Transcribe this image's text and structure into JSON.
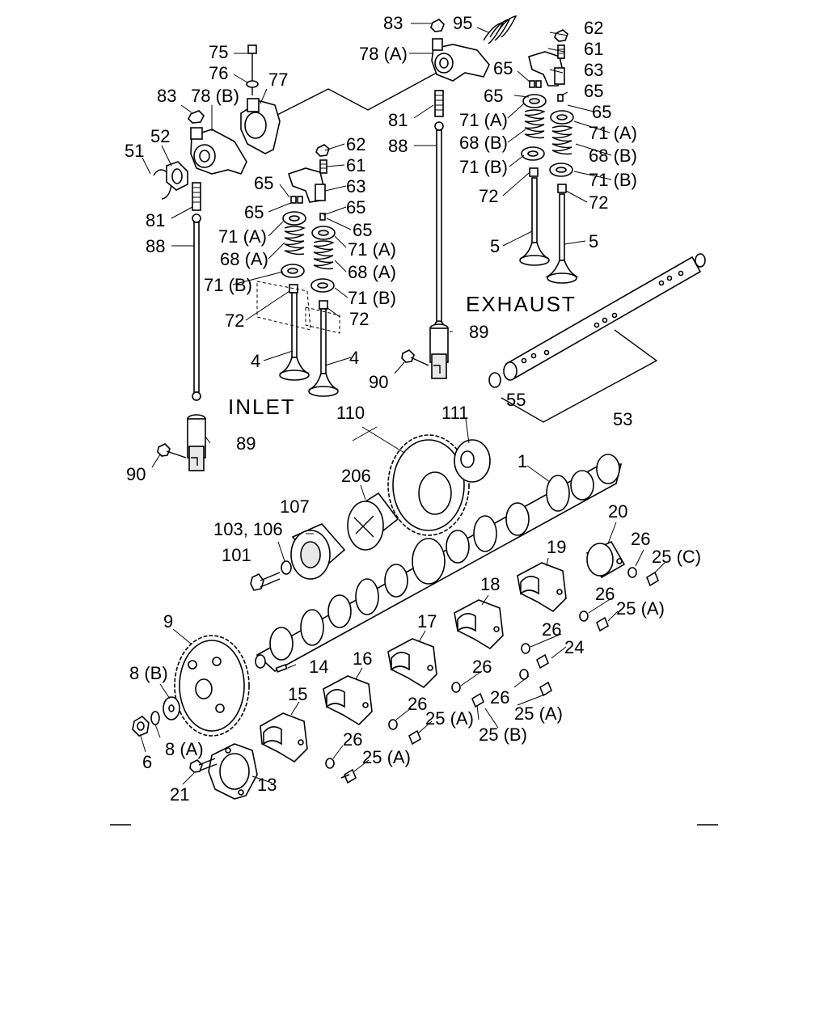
{
  "sections": {
    "inlet": "INLET",
    "exhaust": "EXHAUST"
  },
  "callouts": [
    "75",
    "76",
    "77",
    "83",
    "78 (B)",
    "52",
    "51",
    "81",
    "88",
    "83",
    "95",
    "78 (A)",
    "62",
    "61",
    "63",
    "65",
    "65",
    "65",
    "65",
    "81",
    "71 (A)",
    "71 (A)",
    "88",
    "68 (B)",
    "68 (B)",
    "71 (B)",
    "71 (B)",
    "72",
    "72",
    "5",
    "5",
    "62",
    "61",
    "65",
    "63",
    "65",
    "65",
    "65",
    "71 (A)",
    "71 (A)",
    "68 (A)",
    "68 (A)",
    "71 (B)",
    "71 (B)",
    "72",
    "72",
    "4",
    "4",
    "89",
    "90",
    "55",
    "53",
    "89",
    "90",
    "110",
    "111",
    "206",
    "1",
    "107",
    "103, 106",
    "101",
    "20",
    "26",
    "25 (C)",
    "19",
    "26",
    "25 (A)",
    "18",
    "26",
    "24",
    "17",
    "26",
    "26",
    "25 (A)",
    "25 (B)",
    "16",
    "26",
    "25 (A)",
    "15",
    "26",
    "25 (A)",
    "9",
    "14",
    "8 (B)",
    "8 (A)",
    "6",
    "21",
    "13"
  ]
}
